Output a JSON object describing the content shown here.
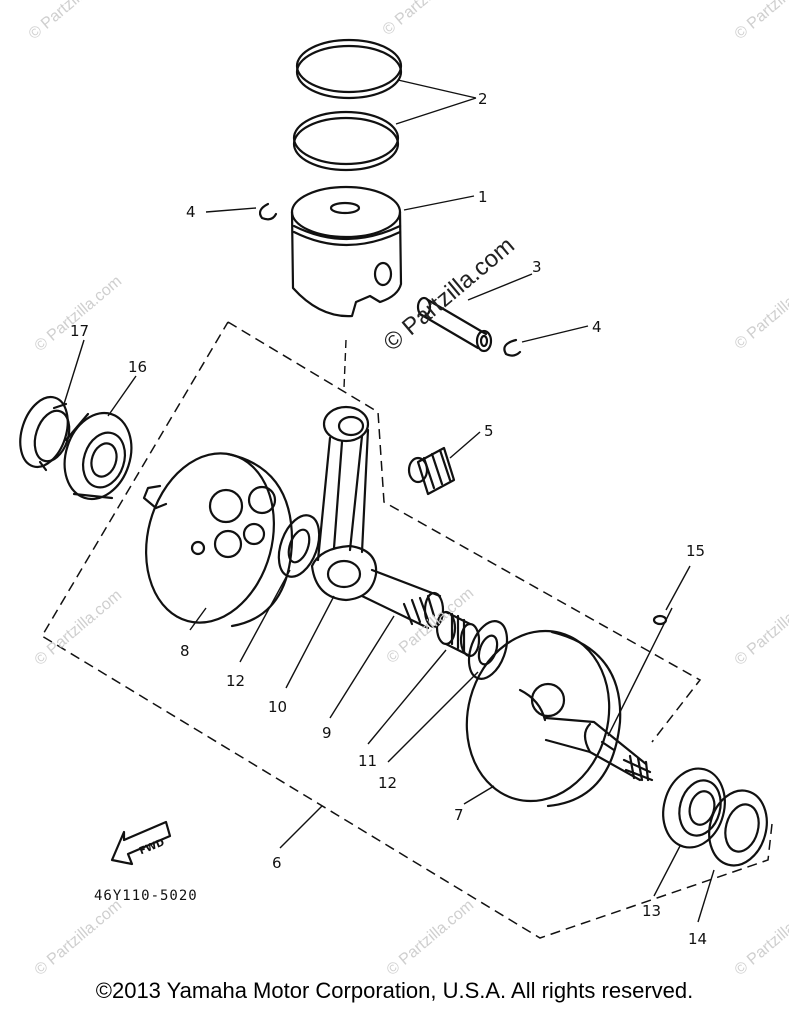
{
  "diagram": {
    "part_numbers": [
      "1",
      "2",
      "3",
      "4",
      "4",
      "5",
      "6",
      "7",
      "8",
      "9",
      "10",
      "11",
      "12",
      "12",
      "13",
      "14",
      "15",
      "16",
      "17"
    ],
    "drawing_code": "46Y110-5020",
    "fwd_label": "FWD",
    "watermark": "© Partzilla.com"
  },
  "footer": {
    "copyright": "©2013  Yamaha Motor Corporation, U.S.A. All rights reserved."
  }
}
